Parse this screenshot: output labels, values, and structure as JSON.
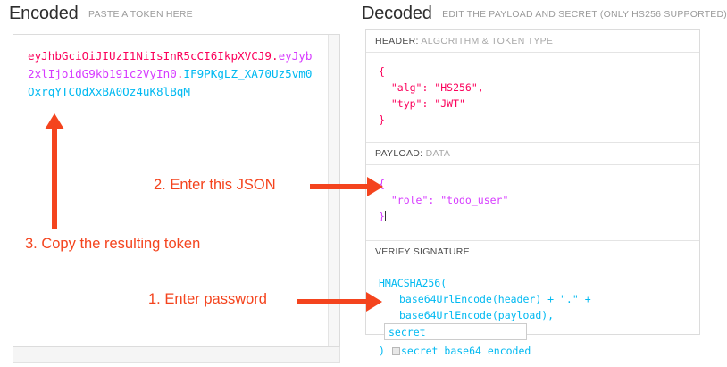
{
  "encoded": {
    "title": "Encoded",
    "subtitle": "PASTE A TOKEN HERE",
    "token": {
      "header": "eyJhbGciOiJIUzI1NiIsInR5cCI6IkpXVCJ9",
      "dot1": ".",
      "payload": "eyJyb2xlIjoidG9kb191c2VyIn0",
      "dot2": ".",
      "signature": "IF9PKgLZ_XA70Uz5vm0OxrqYTCQdXxBA0Oz4uK8lBqM",
      "full": "eyJhbGciOiJIUzI1NiIsInR5cCI6IkpXVCJ9.eyJyb2xlIjoidG9kb191c2VyIn0.IF9PKgLZ_XA70Uz5vm0OxrqYTCQdXxBA0Oz4uK8lBqM"
    }
  },
  "decoded": {
    "title": "Decoded",
    "subtitle": "EDIT THE PAYLOAD AND SECRET (ONLY HS256 SUPPORTED)",
    "sections": {
      "header": {
        "label_strong": "HEADER:",
        "label_weak": "ALGORITHM & TOKEN TYPE",
        "body": "{\n  \"alg\": \"HS256\",\n  \"typ\": \"JWT\"\n}"
      },
      "payload": {
        "label_strong": "PAYLOAD:",
        "label_weak": "DATA",
        "body": "{\n  \"role\": \"todo_user\"\n}"
      },
      "signature": {
        "label_strong": "VERIFY SIGNATURE",
        "label_weak": "",
        "line1": "HMACSHA256(",
        "line2": "base64UrlEncode(header) + \".\" +",
        "line3": "base64UrlEncode(payload),",
        "secret_value": "secret",
        "close_paren": ")",
        "checkbox_label": "secret base64 encoded",
        "checkbox_checked": false
      }
    }
  },
  "annotations": [
    {
      "id": "step1",
      "text": "1. Enter password"
    },
    {
      "id": "step2",
      "text": "2. Enter this JSON"
    },
    {
      "id": "step3",
      "text": "3. Copy the resulting token"
    }
  ],
  "colors": {
    "header_segment": "#fb015b",
    "payload_segment": "#d63aff",
    "signature_segment": "#00b9f1",
    "annotation_red": "#f4441e"
  }
}
